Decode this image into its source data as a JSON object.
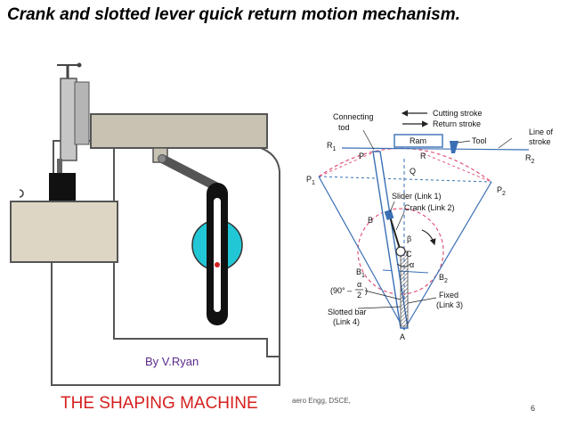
{
  "slide": {
    "title": "Crank and slotted lever quick return motion mechanism.",
    "footer": "aero Engg, DSCE,",
    "page_number": "6"
  },
  "machine": {
    "credit": "By V.Ryan",
    "caption": "THE SHAPING MACHINE"
  },
  "mechanism": {
    "connecting_rod": "Connecting",
    "connecting_rod_2": "tod",
    "cutting_stroke": "Cutting stroke",
    "return_stroke": "Return stroke",
    "line_of_stroke": "Line of",
    "line_of_stroke_2": "stroke",
    "ram": "Ram",
    "tool": "Tool",
    "r1": "R",
    "r1_sub": "1",
    "r2": "R",
    "r2_sub": "2",
    "p": "P",
    "r": "R",
    "q": "Q",
    "p1": "P",
    "p1_sub": "1",
    "p2": "P",
    "p2_sub": "2",
    "slider": "Slider (Link 1)",
    "crank": "Crank (Link 2)",
    "b": "B",
    "c": "C",
    "beta": "β",
    "alpha": "α",
    "b1": "B",
    "b1_sub": "1",
    "b2": "B",
    "b2_sub": "2",
    "angle_prefix": "(90° –",
    "angle_num": "α",
    "angle_den": "2",
    "angle_close": ")",
    "fixed": "Fixed",
    "fixed_link": "(Link 3)",
    "slotted_bar": "Slotted bar",
    "slotted_link": "(Link 4)",
    "a": "A"
  }
}
